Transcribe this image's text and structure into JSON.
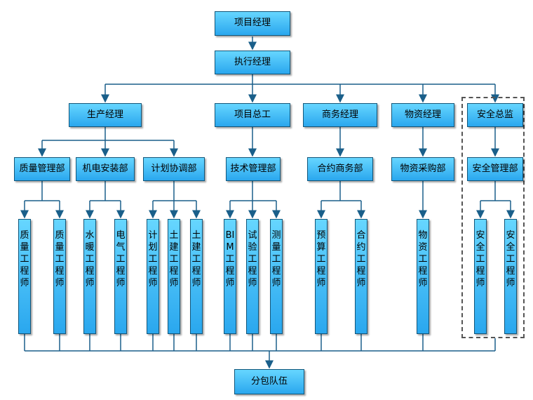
{
  "top": {
    "project_manager": "项目经理",
    "executive_manager": "执行经理"
  },
  "managers": {
    "production": "生产经理",
    "chief_engineer": "项目总工",
    "commerce": "商务经理",
    "materials": "物资经理",
    "safety_director": "安全总监"
  },
  "departments": {
    "quality": "质量管理部",
    "mep": "机电安装部",
    "planning": "计划协调部",
    "technical": "技术管理部",
    "contract": "合约商务部",
    "procurement": "物资采购部",
    "safety": "安全管理部"
  },
  "engineers": {
    "quality_1": "质量工程师",
    "quality_2": "质量工程师",
    "hvac": "水暖工程师",
    "electrical": "电气工程师",
    "planning": "计划工程师",
    "civil_1": "土建工程师",
    "civil_2": "土建工程师",
    "bim": "BIM工程师",
    "testing": "试验工程师",
    "survey": "测量工程师",
    "budget": "预算工程师",
    "contract": "合约工程师",
    "materials": "物资工程师",
    "safety_1": "安全工程师",
    "safety_2": "安全工程师"
  },
  "subcontract": "分包队伍"
}
